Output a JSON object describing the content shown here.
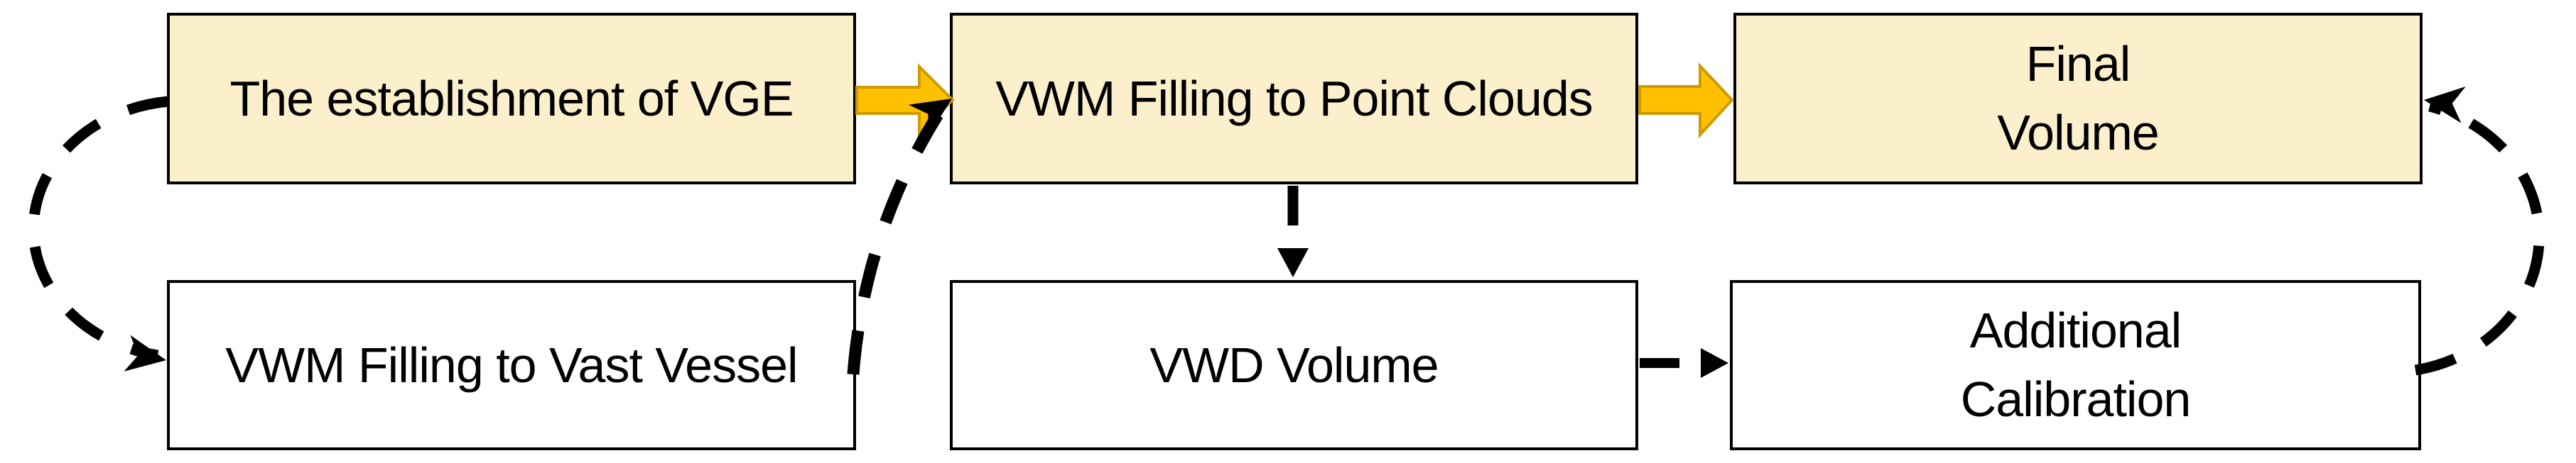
{
  "diagram": {
    "title": "Volume computation workflow flowchart",
    "colors": {
      "highlight_node_fill": "#FCF0CC",
      "plain_node_fill": "#FFFFFF",
      "node_border": "#000000",
      "block_arrow_fill": "#FFC000",
      "block_arrow_stroke": "#CE9A00",
      "dashed_connector": "#000000",
      "background": "#FFFFFF"
    },
    "nodes": [
      {
        "id": "establishment-of-vge",
        "label": "The establishment of VGE",
        "row": "top",
        "column": 1,
        "style": "highlight"
      },
      {
        "id": "vwm-filling-point-clouds",
        "label": "VWM Filling to Point Clouds",
        "row": "top",
        "column": 2,
        "style": "highlight"
      },
      {
        "id": "final-volume",
        "label": "Final\nVolume",
        "row": "top",
        "column": 3,
        "style": "highlight"
      },
      {
        "id": "vwm-filling-vast-vessel",
        "label": "VWM Filling to Vast Vessel",
        "row": "bottom",
        "column": 1,
        "style": "plain"
      },
      {
        "id": "vwd-volume",
        "label": "VWD Volume",
        "row": "bottom",
        "column": 2,
        "style": "plain"
      },
      {
        "id": "additional-calibration",
        "label": "Additional\nCalibration",
        "row": "bottom",
        "column": 3,
        "style": "plain"
      }
    ],
    "connections": [
      {
        "from": "establishment-of-vge",
        "to": "vwm-filling-point-clouds",
        "type": "solid-block-arrow"
      },
      {
        "from": "vwm-filling-point-clouds",
        "to": "final-volume",
        "type": "solid-block-arrow"
      },
      {
        "from": "establishment-of-vge",
        "to": "vwm-filling-vast-vessel",
        "type": "dashed-curved-arrow"
      },
      {
        "from": "vwm-filling-vast-vessel",
        "to": "vwm-filling-point-clouds",
        "type": "dashed-curved-arrow"
      },
      {
        "from": "vwm-filling-point-clouds",
        "to": "vwd-volume",
        "type": "dashed-straight-arrow"
      },
      {
        "from": "vwd-volume",
        "to": "additional-calibration",
        "type": "dashed-straight-arrow"
      },
      {
        "from": "additional-calibration",
        "to": "final-volume",
        "type": "dashed-curved-arrow"
      }
    ]
  }
}
